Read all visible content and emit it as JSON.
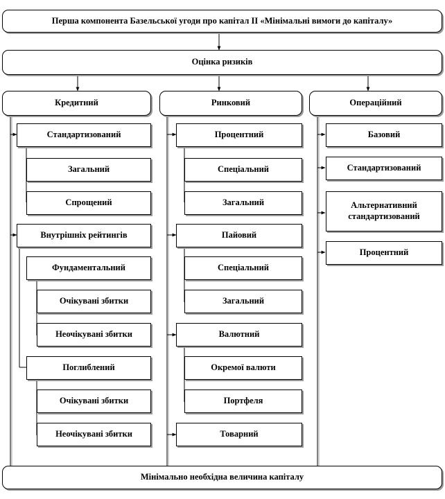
{
  "top": {
    "title": "Перша компонента Базельської угоди про капітал II «Мінімальні вимоги до капіталу»"
  },
  "risk": {
    "title": "Оцінка ризиків"
  },
  "credit": {
    "title": "Кредитний",
    "standardized": {
      "title": "Стандартизований",
      "children": [
        "Загальний",
        "Спрощений"
      ]
    },
    "irb": {
      "title": "Внутрішніх рейтингів",
      "foundation": {
        "title": "Фундаментальний",
        "children": [
          "Очікувані збитки",
          "Неочікувані збитки"
        ]
      },
      "advanced": {
        "title": "Поглиблений",
        "children": [
          "Очікувані збитки",
          "Неочікувані збитки"
        ]
      }
    }
  },
  "market": {
    "title": "Ринковий",
    "interest": {
      "title": "Процентний",
      "children": [
        "Спеціальний",
        "Загальний"
      ]
    },
    "equity": {
      "title": "Пайовий",
      "children": [
        "Спеціальний",
        "Загальний"
      ]
    },
    "fx": {
      "title": "Валютний",
      "children": [
        "Окремої валюти",
        "Портфеля"
      ]
    },
    "commodity": {
      "title": "Товарний"
    }
  },
  "operational": {
    "title": "Операційний",
    "items": [
      "Базовий",
      "Стандартизований",
      "Альтернативний стандартизований",
      "Процентний"
    ]
  },
  "bottom": {
    "title": "Мінімально необхідна величина капіталу"
  }
}
